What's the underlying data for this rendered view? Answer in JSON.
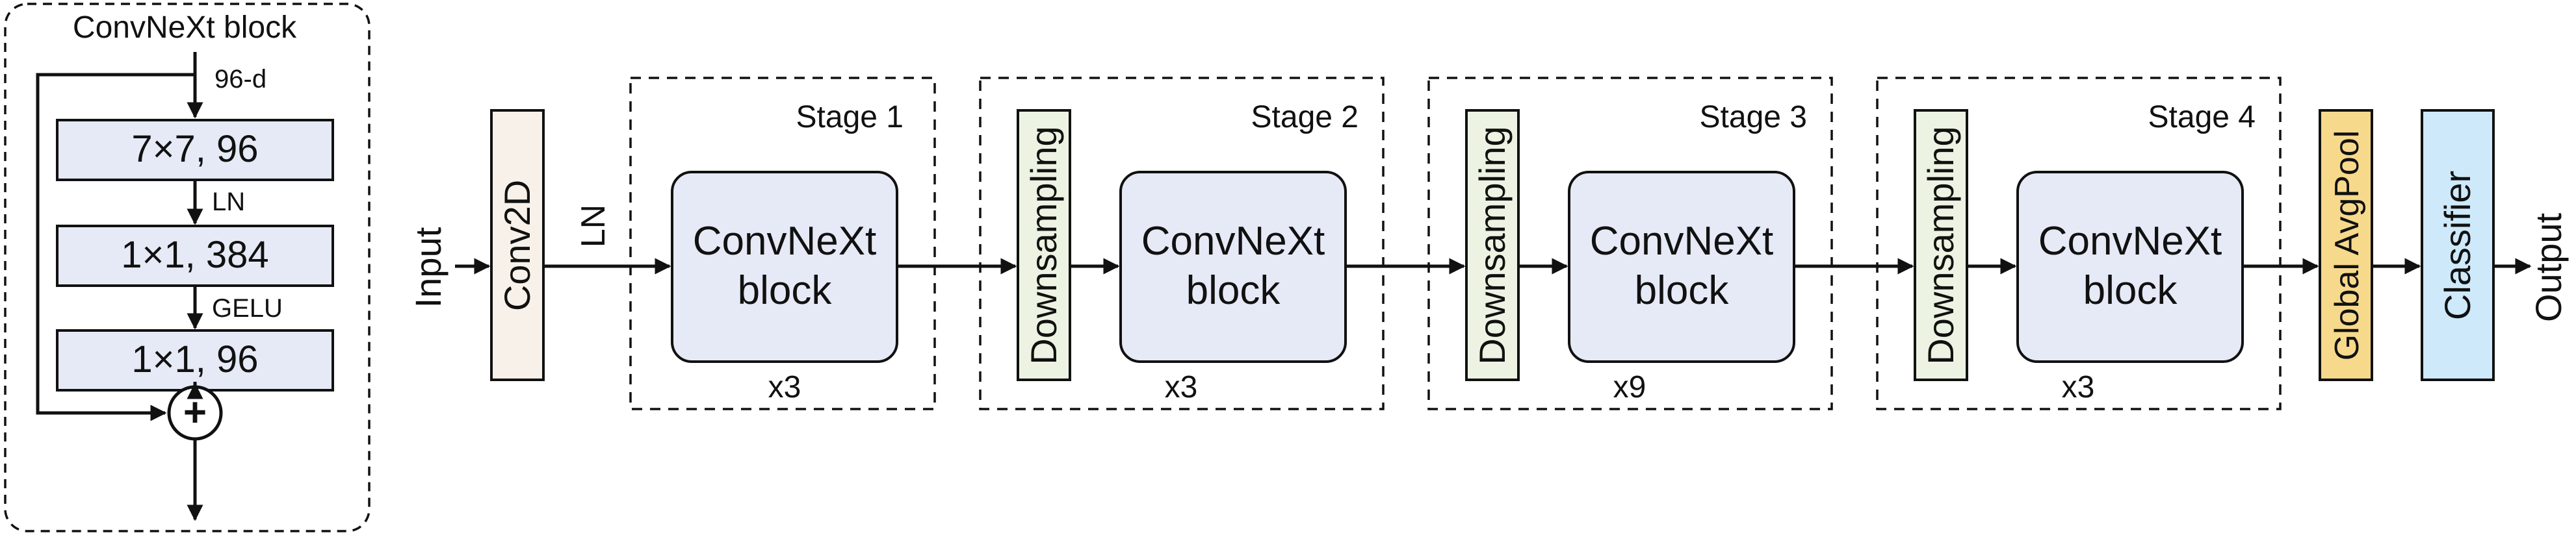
{
  "inset": {
    "title": "ConvNeXt block",
    "input_dim": "96-d",
    "layers": [
      "7×7, 96",
      "1×1, 384",
      "1×1, 96"
    ],
    "between_labels": [
      "LN",
      "GELU"
    ],
    "add_symbol": "+"
  },
  "main": {
    "input_label": "Input",
    "stem_label": "Conv2D",
    "stem_norm_label": "LN",
    "block_line1": "ConvNeXt",
    "block_line2": "block",
    "downsampling_label": "Downsampling",
    "stages": [
      {
        "title": "Stage 1",
        "repeat": "x3"
      },
      {
        "title": "Stage 2",
        "repeat": "x3"
      },
      {
        "title": "Stage 3",
        "repeat": "x9"
      },
      {
        "title": "Stage 4",
        "repeat": "x3"
      }
    ],
    "pool_label": "Global AvgPool",
    "classifier_label": "Classifier",
    "output_label": "Output"
  },
  "colors": {
    "line": "#111111",
    "block_fill": "#e6eaf6",
    "layer_fill": "#e6eaf6",
    "stem_fill": "#f7f1ea",
    "downsampling_fill": "#ecf3e2",
    "pool_fill": "#f7d98c",
    "classifier_fill": "#cde9fa"
  }
}
